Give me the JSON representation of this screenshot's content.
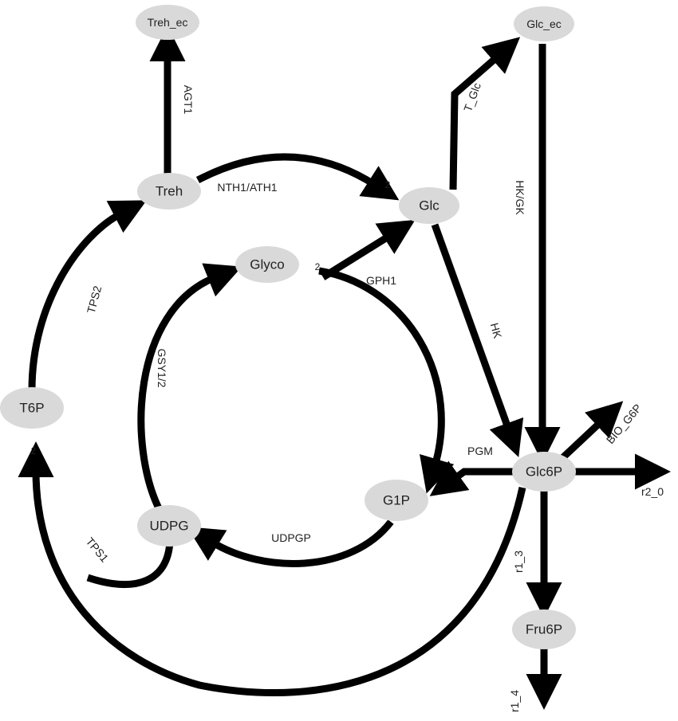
{
  "nodes": {
    "treh_ec": "Treh_ec",
    "glc_ec": "Glc_ec",
    "treh": "Treh",
    "glc": "Glc",
    "glyco": "Glyco",
    "t6p": "T6P",
    "glc6p": "Glc6P",
    "g1p": "G1P",
    "udpg": "UDPG",
    "fru6p": "Fru6P"
  },
  "reactions": {
    "agt1": "AGT1",
    "nth1_ath1": "NTH1/ATH1",
    "t_glc": "T_Glc",
    "hk_gk": "HK/GK",
    "hk": "HK",
    "gph1": "GPH1",
    "tps2": "TPS2",
    "gsy": "GSY1/2",
    "pgm": "PGM",
    "bio_g6p": "BIO_G6P",
    "r2_0": "r2_0",
    "r1_3": "r1_3",
    "r1_4": "r1_4",
    "udpgp": "UDPGP",
    "tps1": "TPS1"
  },
  "stoichiometry": {
    "glc_in": "2",
    "glyco_out": "2",
    "t6p_in": "2"
  }
}
